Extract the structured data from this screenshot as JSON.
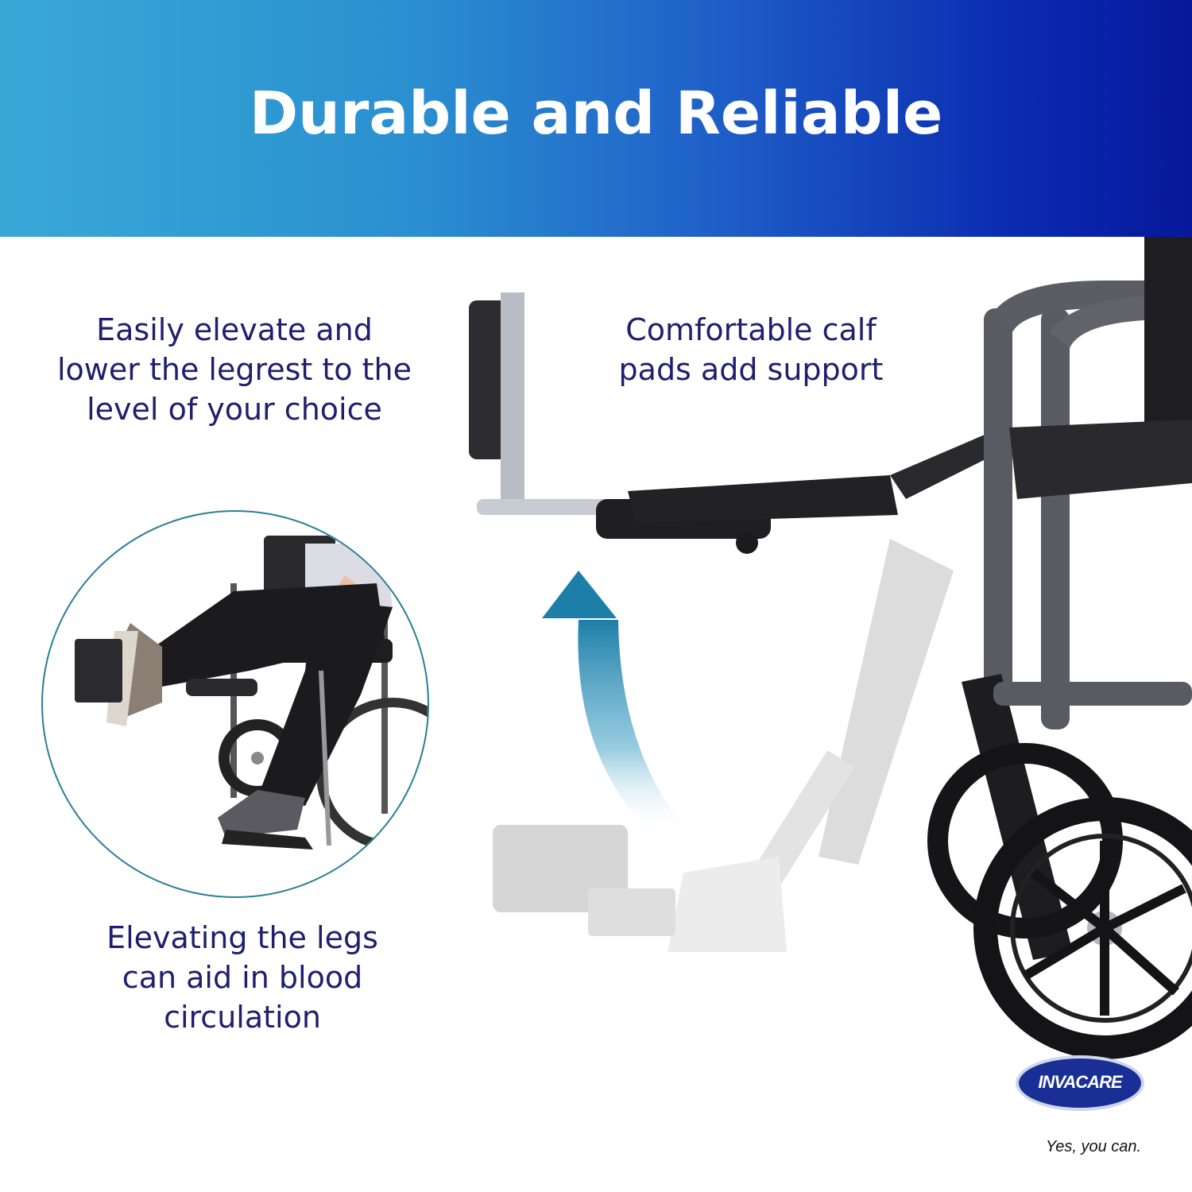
{
  "header": {
    "title": "Durable and Reliable",
    "gradient_start": "#39a8d6",
    "gradient_end": "#07189c"
  },
  "captions": {
    "elevate": [
      "Easily elevate and",
      "lower the legrest to the",
      "level of your choice"
    ],
    "calf": [
      "Comfortable calf",
      "pads add support"
    ],
    "blood": [
      "Elevating the legs",
      "can aid in blood",
      "circulation"
    ]
  },
  "brand": {
    "logo_text": "INVACARE",
    "tagline": "Yes, you can.",
    "color": "#1a2f95"
  },
  "images": {
    "inset_photo": "person-seated-in-wheelchair-with-elevated-leg",
    "product": "wheelchair-elevating-legrest",
    "motion_arrow": "curved-up-arrow-icon"
  },
  "text_color": "#1e1f6e"
}
